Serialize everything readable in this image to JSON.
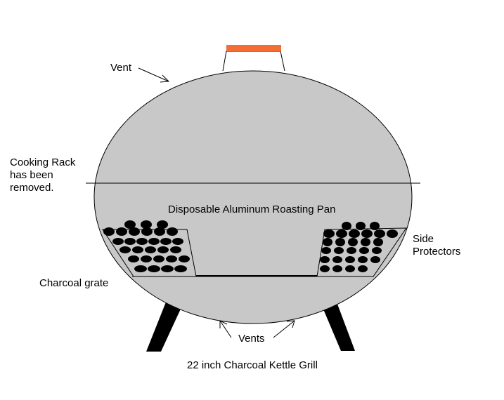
{
  "colors": {
    "body_fill": "#c8c8c8",
    "outline": "#000000",
    "handle": "#f36d34",
    "charcoal": "#000000",
    "background": "#ffffff"
  },
  "labels": {
    "vent_top": "Vent",
    "cooking_rack": [
      "Cooking Rack",
      "has been",
      "removed."
    ],
    "roasting_pan": "Disposable Aluminum Roasting Pan",
    "side_protectors": [
      "Side",
      "Protectors"
    ],
    "charcoal_grate": "Charcoal grate",
    "vents_bottom": "Vents",
    "caption": "22 inch Charcoal Kettle Grill"
  }
}
